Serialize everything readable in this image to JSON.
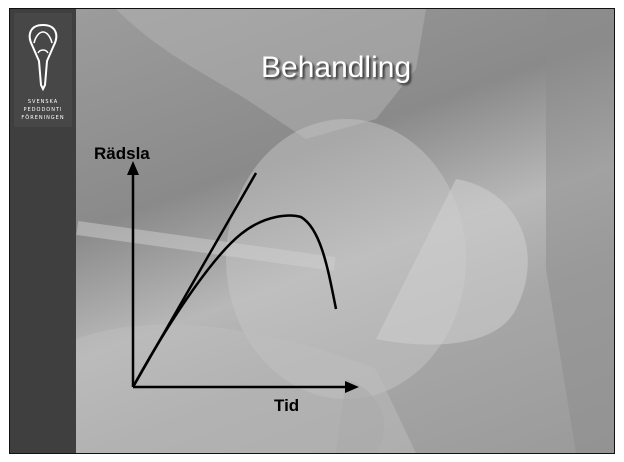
{
  "slide": {
    "title": "Behandling",
    "y_axis_label": "Rädsla",
    "x_axis_label": "Tid"
  },
  "logo": {
    "name": "Svenska Pedodonti Föreningen",
    "lines": [
      "SVENSKA",
      "PEDODONTI",
      "FÖRENINGEN"
    ]
  },
  "colors": {
    "sidebar": "#3f3f3f",
    "photo_tint": "#9a9a9a",
    "title_text": "#ffffff",
    "diagram_stroke": "#000000"
  },
  "diagram": {
    "axes": [
      "y-arrow-up",
      "x-arrow-right"
    ],
    "curves": [
      "straight rising line",
      "rising then falling arc"
    ]
  }
}
